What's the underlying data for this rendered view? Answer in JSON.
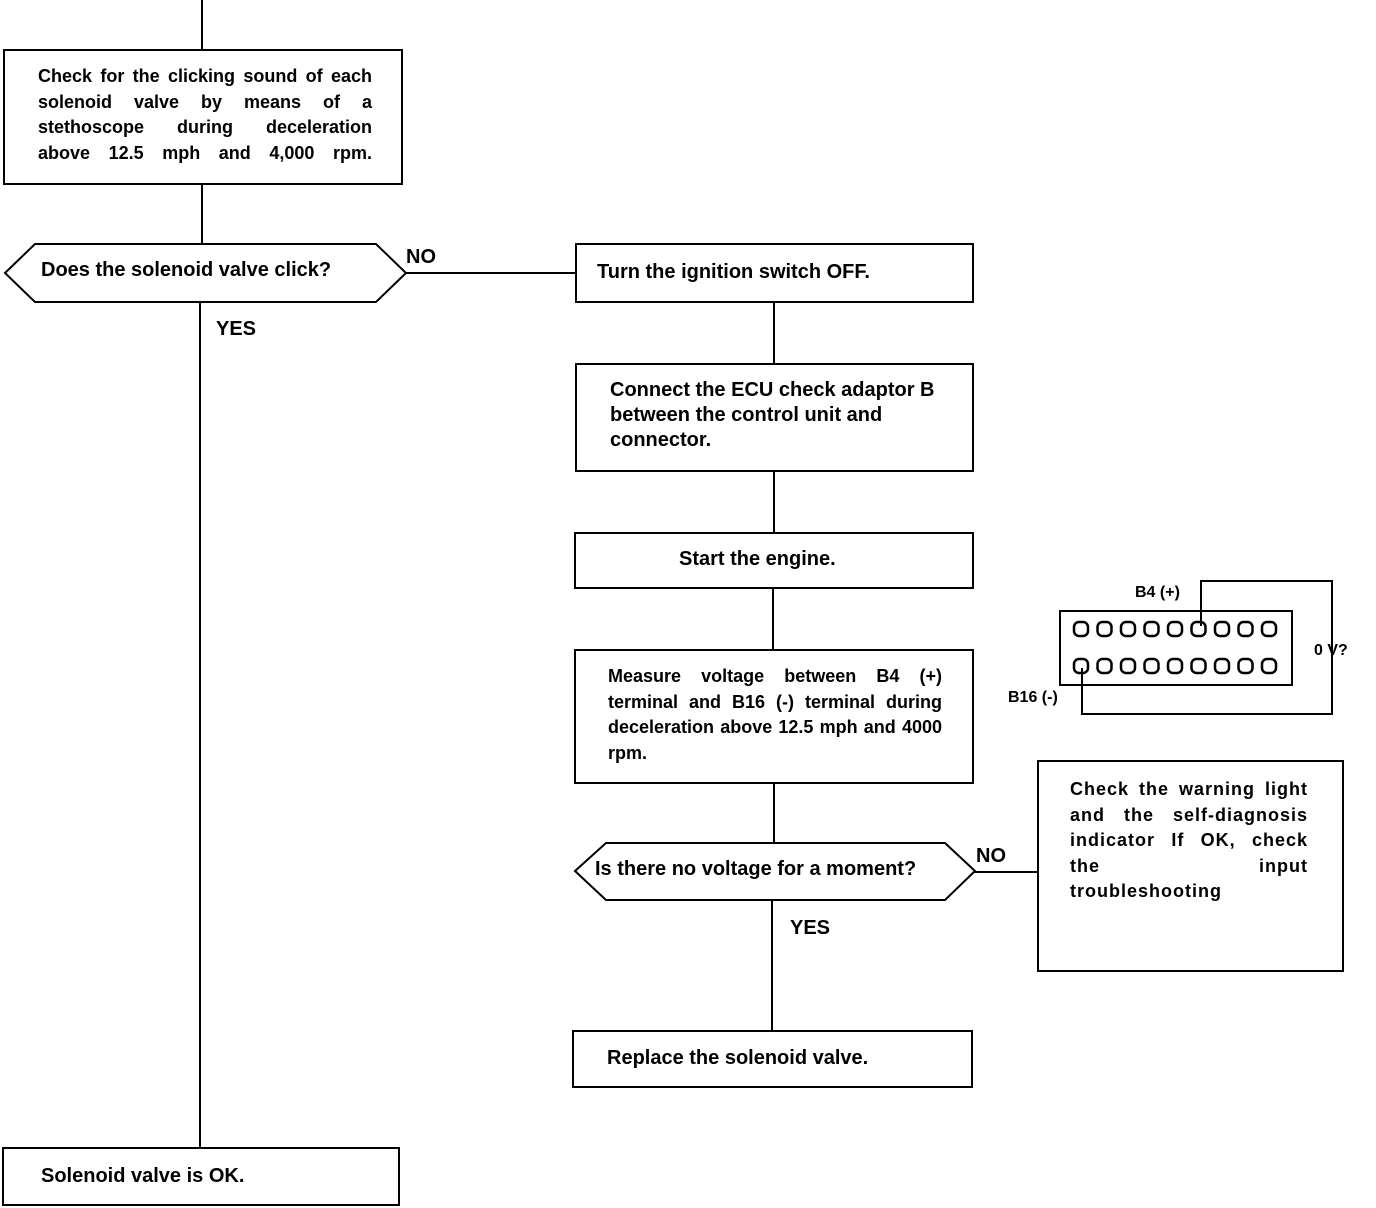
{
  "steps": {
    "check_clicking": "Check for the clicking sound of each solenoid valve by means of a stethoscope during deceleration above 12.5 mph and 4,000 rpm.",
    "decision_click": "Does the solenoid valve click?",
    "no_label_1": "NO",
    "yes_label_1": "YES",
    "ignition_off": "Turn the ignition switch OFF.",
    "connect_adaptor": "Connect the ECU check adaptor B between the control unit and connector.",
    "start_engine": "Start the engine.",
    "measure_voltage": "Measure voltage between B4 (+) terminal and B16 (-) terminal during deceleration above 12.5 mph and 4000 rpm.",
    "decision_voltage": "Is there no voltage for a moment?",
    "no_label_2": "NO",
    "yes_label_2": "YES",
    "check_warning": "Check the warning light and the self-diagnosis indicator If OK, check the input troubleshooting",
    "replace_valve": "Replace the solenoid valve.",
    "valve_ok": "Solenoid valve is OK."
  },
  "connector": {
    "b4_label": "B4 (+)",
    "b16_label": "B16 (-)",
    "voltage_label": "0 V?",
    "pins_per_row": 9,
    "rows": 2
  }
}
